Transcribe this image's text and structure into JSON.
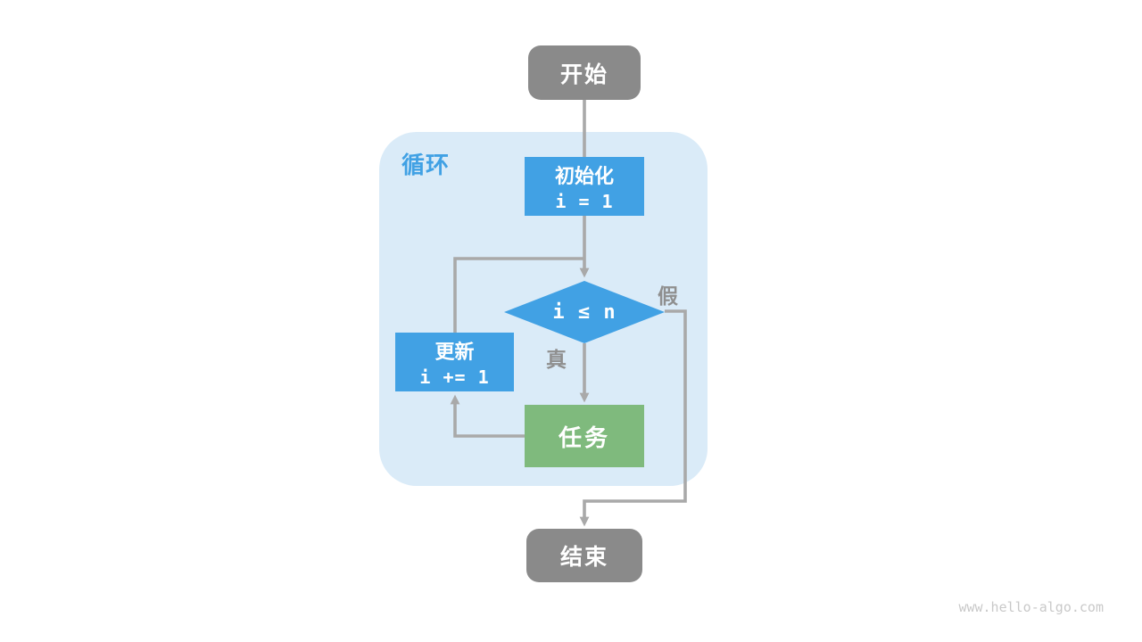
{
  "colors": {
    "bg": "#ffffff",
    "accent-blue": "#41a1e4",
    "node-green": "#7fba7d",
    "node-gray": "#8a8a8a",
    "container-blue": "#daebf8",
    "line-gray": "#a9a9a9",
    "label-gray": "#8f8f8f",
    "watermark-gray": "#c9c9c9"
  },
  "flowchart": {
    "group": {
      "label": "循环"
    },
    "nodes": {
      "start": {
        "label": "开始"
      },
      "init": {
        "title": "初始化",
        "code": "i = 1"
      },
      "condition": {
        "code": "i ≤ n"
      },
      "update": {
        "title": "更新",
        "code": "i += 1"
      },
      "task": {
        "label": "任务"
      },
      "end": {
        "label": "结束"
      }
    },
    "edge_labels": {
      "true_branch": "真",
      "false_branch": "假"
    }
  },
  "watermark": "www.hello-algo.com"
}
